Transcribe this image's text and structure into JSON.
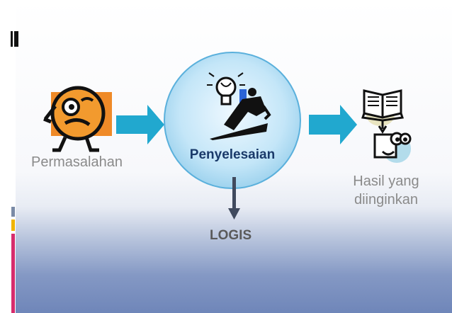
{
  "diagram": {
    "input_label": "Permasalahan",
    "process_label": "Penyelesaian",
    "output_label_line1": "Hasil yang",
    "output_label_line2": "diinginkan",
    "downstream_label": "LOGIS"
  },
  "colors": {
    "arrow_fill": "#21a8cf",
    "circle_fill": "#c8e8f8",
    "circle_stroke": "#5ab0dc",
    "problem_orange": "#ef8a28",
    "accent_pink": "#d62c6c",
    "accent_yellow": "#f0b400"
  },
  "icons": [
    "worried-face-icon",
    "lightbulb-businessman-icon",
    "open-book-icon",
    "thinking-person-icon"
  ]
}
